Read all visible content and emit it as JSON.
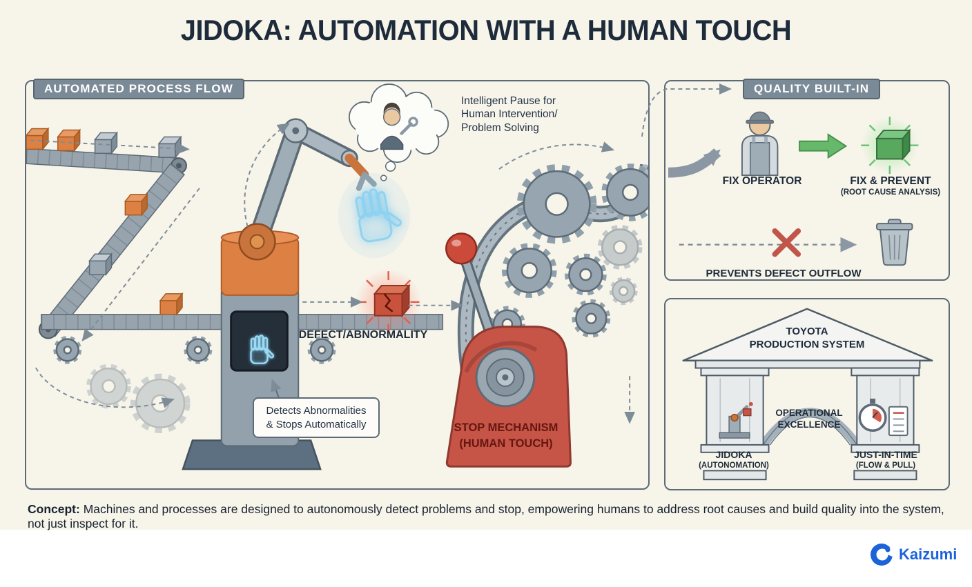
{
  "title": "JIDOKA: AUTOMATION WITH A HUMAN TOUCH",
  "process": {
    "tab": "AUTOMATED PROCESS FLOW",
    "thought": "Intelligent Pause for\nHuman Intervention/\nProblem Solving",
    "defect": "DEFECT/ABNORMALITY",
    "callout": "Detects Abnormalities\n& Stops Automatically",
    "stop": "STOP MECHANISM\n(HUMAN TOUCH)"
  },
  "quality": {
    "tab": "QUALITY BUILT-IN",
    "operator": "FIX OPERATOR",
    "fix_prevent": "FIX & PREVENT",
    "fix_prevent_sub": "(ROOT CAUSE ANALYSIS)",
    "outflow": "PREVENTS DEFECT OUTFLOW"
  },
  "tps": {
    "roof": "TOYOTA\nPRODUCTION SYSTEM",
    "center": "OPERATIONAL\nEXCELLENCE",
    "left": "JIDOKA",
    "left_sub": "(AUTONOMATION)",
    "right": "JUST-IN-TIME",
    "right_sub": "(FLOW & PULL)"
  },
  "concept": {
    "label": "Concept:",
    "text": " Machines and processes are designed to autonomously detect problems and stop, empowering humans to address root causes and build quality into the system, not just inspect for it."
  },
  "brand": "Kaizumi",
  "icons": {
    "thought_person": "worker-with-wrench",
    "glow_hand": "hand-outline",
    "stop_lever": "lever-with-ball",
    "operator": "worker-with-cap",
    "green_cube": "quality-cube",
    "trash": "trash-can",
    "red_x": "cross-mark",
    "robot": "robot-arm",
    "stopwatch": "stopwatch",
    "document": "checklist",
    "brand": "kaizumi-swirl"
  },
  "colors": {
    "navy": "#1d2b3a",
    "cream": "#f7f4ea",
    "panel_border": "#5c6b76",
    "tab_fill": "#7b8a97",
    "orange": "#dd8043",
    "machine_gray": "#97a5b0",
    "red": "#c65447",
    "green": "#58a85e",
    "glow_blue": "#8ed2f2",
    "brand_blue": "#1b63d8"
  }
}
